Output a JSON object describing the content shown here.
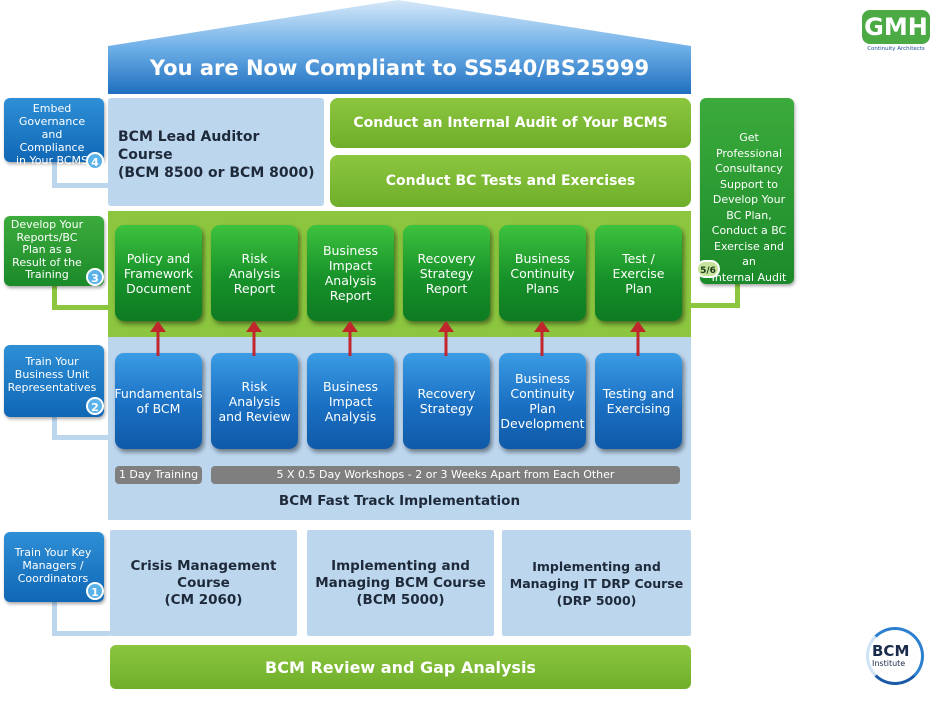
{
  "title": "You are Now Compliant to SS540/BS25999",
  "logos": {
    "gmh": "GMH",
    "gmh_tagline": "Continuity Architects",
    "bcm": "BCM",
    "bcm_sub": "Institute"
  },
  "side_steps": [
    {
      "text": "Embed\nGovernance\nand Compliance\nin Your BCMS",
      "badge": "4"
    },
    {
      "text": "Develop Your\nReports/BC\nPlan as a\nResult of the\nTraining",
      "badge": "3"
    },
    {
      "text": "Train Your\nBusiness Unit\nRepresentatives",
      "badge": "2"
    },
    {
      "text": "Train Your Key\nManagers /\nCoordinators",
      "badge": "1"
    }
  ],
  "right_step": {
    "text": "Get Professional\nConsultancy\nSupport to\nDevelop Your\nBC Plan,\nConduct a BC\nExercise and an\nInternal Audit",
    "badge": "5/6"
  },
  "lead_auditor": "BCM Lead Auditor Course\n(BCM 8500 or BCM 8000)",
  "internal_audit": "Conduct an Internal Audit of Your BCMS",
  "bc_tests": "Conduct BC Tests and Exercises",
  "deliverables": [
    "Policy and\nFramework\nDocument",
    "Risk\nAnalysis\nReport",
    "Business\nImpact\nAnalysis\nReport",
    "Recovery\nStrategy\nReport",
    "Business\nContinuity\nPlans",
    "Test /\nExercise\nPlan"
  ],
  "workshops": [
    "Fundamentals\nof BCM",
    "Risk\nAnalysis\nand Review",
    "Business\nImpact\nAnalysis",
    "Recovery\nStrategy",
    "Business\nContinuity\nPlan\nDevelopment",
    "Testing and\nExercising"
  ],
  "training_day": "1 Day Training",
  "workshop_schedule": "5 X 0.5 Day Workshops - 2 or 3 Weeks Apart from Each Other",
  "fast_track": "BCM Fast Track Implementation",
  "courses": [
    "Crisis Management\nCourse\n(CM 2060)",
    "Implementing and\nManaging BCM Course\n(BCM 5000)",
    "Implementing and\nManaging IT DRP Course\n(DRP 5000)"
  ],
  "review": "BCM Review and Gap Analysis",
  "colors": {
    "green": "#8cc63f",
    "blue": "#1a6fc2",
    "light_blue": "#bcd6ee",
    "arrow": "#c0262c"
  }
}
